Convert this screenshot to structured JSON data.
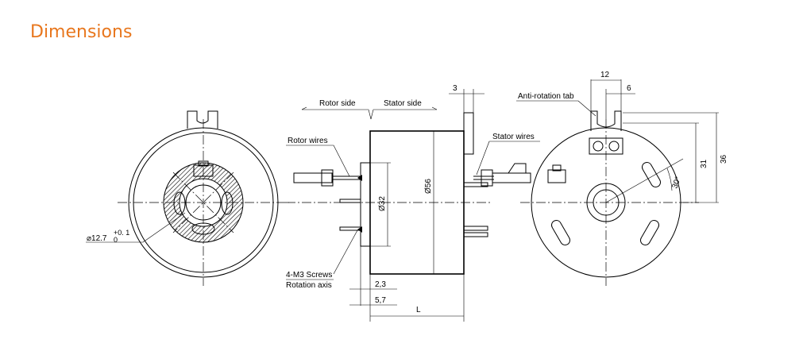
{
  "page": {
    "title": "Dimensions"
  },
  "colors": {
    "title": "#e8771e",
    "line": "#000000",
    "background": "#ffffff"
  },
  "left_view": {
    "bore_dim": "⌀12.7",
    "bore_tol_upper": "+0. 1",
    "bore_tol_lower": "0"
  },
  "side_view": {
    "rotor_side": "Rotor side",
    "stator_side": "Stator side",
    "rotor_wires": "Rotor wires",
    "stator_wires": "Stator wires",
    "screws": "4-M3 Screws",
    "rotation_axis": "Rotation axis",
    "dim_3": "3",
    "dim_32": "Ø32",
    "dim_56": "Ø56",
    "dim_23": "2,3",
    "dim_57": "5,7",
    "dim_L": "L"
  },
  "right_view": {
    "anti_rotation_tab": "Anti-rotation tab",
    "dim_12": "12",
    "dim_6": "6",
    "dim_31": "31",
    "dim_36": "36",
    "dim_angle": "30°"
  }
}
